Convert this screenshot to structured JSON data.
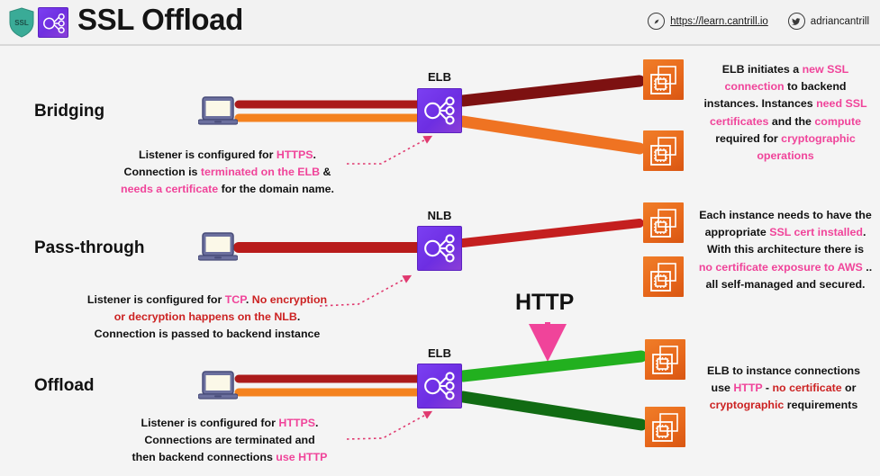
{
  "header": {
    "title": "SSL Offload",
    "shield_icon": "ssl-shield-icon",
    "shield_text": "SSL",
    "brand_icon": "elastic-load-balancer-icon",
    "compass_icon": "compass-icon",
    "url": "https://learn.cantrill.io",
    "twitter_icon": "twitter-bird-icon",
    "handle": "adriancantrill"
  },
  "colors": {
    "background": "#f4f4f4",
    "header_bg": "#f2f2f2",
    "elb_purple": "#7b3ff2",
    "ec2_orange": "#e8691c",
    "dark_red": "#8a1414",
    "red": "#c41f1f",
    "orange": "#f07d28",
    "bright_green": "#22b01f",
    "dark_green": "#116b13",
    "pink": "#f0449a",
    "accent_red_text": "#cc2222"
  },
  "rows": [
    {
      "label": "Bridging",
      "lb_caption": "ELB",
      "client_icon": "laptop-icon",
      "lb_icon": "elastic-load-balancer-icon",
      "instance_icons": [
        "ec2-instance-icon",
        "ec2-instance-icon"
      ],
      "note_left_lines": [
        [
          {
            "t": "Listener is configured for ",
            "c": "black"
          },
          {
            "t": "HTTPS",
            "c": "pink"
          },
          {
            "t": ".",
            "c": "black"
          }
        ],
        [
          {
            "t": "Connection is ",
            "c": "black"
          },
          {
            "t": "terminated on the ELB",
            "c": "pink"
          },
          {
            "t": " &",
            "c": "black"
          }
        ],
        [
          {
            "t": "needs a certificate",
            "c": "pink"
          },
          {
            "t": " for the domain name.",
            "c": "black"
          }
        ]
      ],
      "note_right_lines": [
        [
          {
            "t": "ELB initiates a ",
            "c": "black"
          },
          {
            "t": "new SSL",
            "c": "pink"
          }
        ],
        [
          {
            "t": "connection",
            "c": "pink"
          },
          {
            "t": " to backend",
            "c": "black"
          }
        ],
        [
          {
            "t": "instances. Instances ",
            "c": "black"
          },
          {
            "t": "need SSL",
            "c": "pink"
          }
        ],
        [
          {
            "t": "certificates",
            "c": "pink"
          },
          {
            "t": " and the ",
            "c": "black"
          },
          {
            "t": "compute",
            "c": "pink"
          }
        ],
        [
          {
            "t": "required for ",
            "c": "black"
          },
          {
            "t": "cryptographic",
            "c": "pink"
          }
        ],
        [
          {
            "t": "operations",
            "c": "pink"
          }
        ]
      ]
    },
    {
      "label": "Pass-through",
      "lb_caption": "NLB",
      "client_icon": "laptop-icon",
      "lb_icon": "network-load-balancer-icon",
      "instance_icons": [
        "ec2-instance-icon",
        "ec2-instance-icon"
      ],
      "note_left_lines": [
        [
          {
            "t": "Listener is configured for ",
            "c": "black"
          },
          {
            "t": "TCP",
            "c": "pink"
          },
          {
            "t": ". ",
            "c": "black"
          },
          {
            "t": "No encryption",
            "c": "red"
          }
        ],
        [
          {
            "t": "or decryption happens on the NLB",
            "c": "red"
          },
          {
            "t": ".",
            "c": "black"
          }
        ],
        [
          {
            "t": "Connection is passed to backend instance",
            "c": "black"
          }
        ]
      ],
      "note_right_lines": [
        [
          {
            "t": "Each instance needs to have the",
            "c": "black"
          }
        ],
        [
          {
            "t": "appropriate ",
            "c": "black"
          },
          {
            "t": "SSL cert installed",
            "c": "pink"
          },
          {
            "t": ".",
            "c": "black"
          }
        ],
        [
          {
            "t": "With this architecture there is",
            "c": "black"
          }
        ],
        [
          {
            "t": "no certificate exposure to AWS",
            "c": "pink"
          },
          {
            "t": " ..",
            "c": "black"
          }
        ],
        [
          {
            "t": "all self-managed and secured.",
            "c": "black"
          }
        ]
      ]
    },
    {
      "label": "Offload",
      "lb_caption": "ELB",
      "client_icon": "laptop-icon",
      "lb_icon": "elastic-load-balancer-icon",
      "instance_icons": [
        "ec2-instance-icon",
        "ec2-instance-icon"
      ],
      "note_left_lines": [
        [
          {
            "t": "Listener is configured for ",
            "c": "black"
          },
          {
            "t": "HTTPS",
            "c": "pink"
          },
          {
            "t": ".",
            "c": "black"
          }
        ],
        [
          {
            "t": "Connections are terminated and",
            "c": "black"
          }
        ],
        [
          {
            "t": "then backend connections ",
            "c": "black"
          },
          {
            "t": "use HTTP",
            "c": "pink"
          }
        ]
      ],
      "note_right_lines": [
        [
          {
            "t": "ELB to instance connections",
            "c": "black"
          }
        ],
        [
          {
            "t": "use ",
            "c": "black"
          },
          {
            "t": "HTTP",
            "c": "pink"
          },
          {
            "t": " - ",
            "c": "black"
          },
          {
            "t": "no certificate",
            "c": "red"
          },
          {
            "t": " or",
            "c": "black"
          }
        ],
        [
          {
            "t": "cryptographic",
            "c": "red"
          },
          {
            "t": " requirements",
            "c": "black"
          }
        ]
      ]
    }
  ],
  "http_callout": {
    "label": "HTTP",
    "arrow_icon": "down-arrow-icon"
  }
}
